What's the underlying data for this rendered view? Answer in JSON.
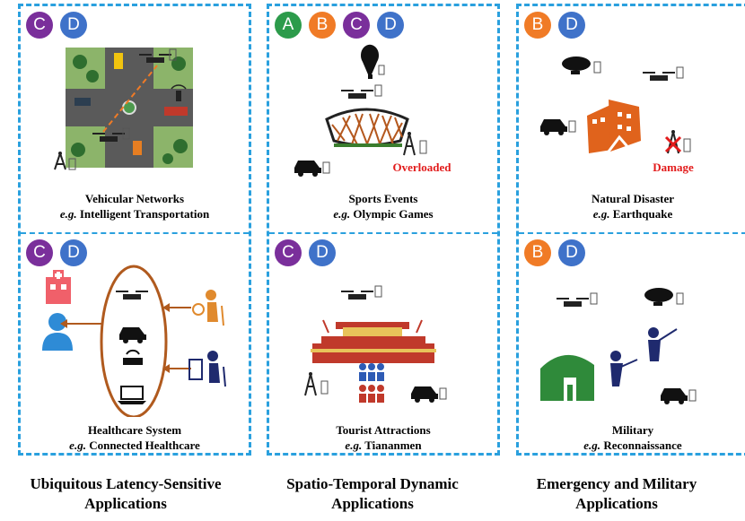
{
  "badge_colors": {
    "A": "#2c9b4b",
    "B": "#f07b26",
    "C": "#7a2f9b",
    "D": "#3f72c9"
  },
  "columns": [
    {
      "title": [
        "Ubiquitous Latency-Sensitive",
        "Applications"
      ],
      "cells": [
        {
          "badges": [
            "C",
            "D"
          ],
          "title": "Vehicular Networks",
          "eg": "e.g.",
          "example": "Intelligent Transportation"
        },
        {
          "badges": [
            "C",
            "D"
          ],
          "title": "Healthcare System",
          "eg": "e.g.",
          "example": "Connected Healthcare"
        }
      ]
    },
    {
      "title": [
        "Spatio-Temporal Dynamic",
        "Applications"
      ],
      "cells": [
        {
          "badges": [
            "A",
            "B",
            "C",
            "D"
          ],
          "title": "Sports Events",
          "eg": "e.g.",
          "example": "Olympic Games",
          "label": "Overloaded"
        },
        {
          "badges": [
            "C",
            "D"
          ],
          "title": "Tourist Attractions",
          "eg": "e.g.",
          "example": "Tiananmen"
        }
      ]
    },
    {
      "title": [
        "Emergency and Military",
        "Applications"
      ],
      "cells": [
        {
          "badges": [
            "B",
            "D"
          ],
          "title": "Natural Disaster",
          "eg": "e.g.",
          "example": "Earthquake",
          "label": "Damage"
        },
        {
          "badges": [
            "B",
            "D"
          ],
          "title": "Military",
          "eg": "e.g.",
          "example": "Reconnaissance"
        }
      ]
    }
  ]
}
